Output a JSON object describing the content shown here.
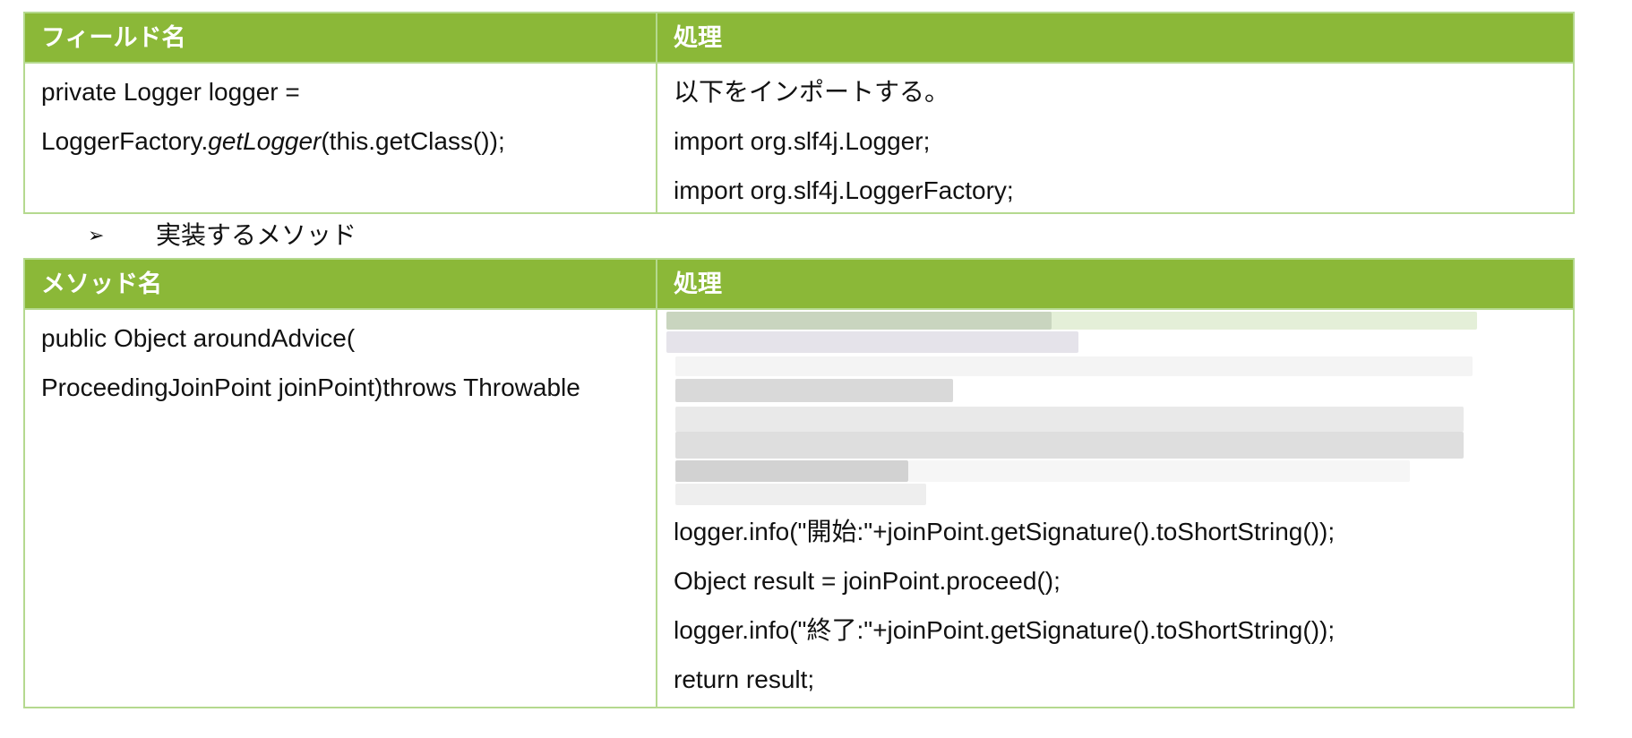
{
  "field_table": {
    "headers": [
      "フィールド名",
      "処理"
    ],
    "field_lines": [
      "private Logger logger =",
      "LoggerFactory.",
      "getLogger",
      "(this.getClass());"
    ],
    "process_lines": [
      "以下をインポートする。",
      "import org.slf4j.Logger;",
      "import org.slf4j.LoggerFactory;"
    ]
  },
  "bullet": {
    "icon": "arrow-bullet-icon",
    "text": "実装するメソッド"
  },
  "method_table": {
    "headers": [
      "メソッド名",
      "処理"
    ],
    "method_lines": [
      "public Object aroundAdvice(",
      "ProceedingJoinPoint joinPoint)throws Throwable"
    ],
    "process_lines": [
      "logger.info(\"開始:\"+joinPoint.getSignature().toShortString());",
      "Object result = joinPoint.proceed();",
      "logger.info(\"終了:\"+joinPoint.getSignature().toShortString());",
      "return result;"
    ]
  },
  "colors": {
    "header_bg": "#8bb838",
    "border": "#b5d98f",
    "header_text": "#ffffff"
  }
}
